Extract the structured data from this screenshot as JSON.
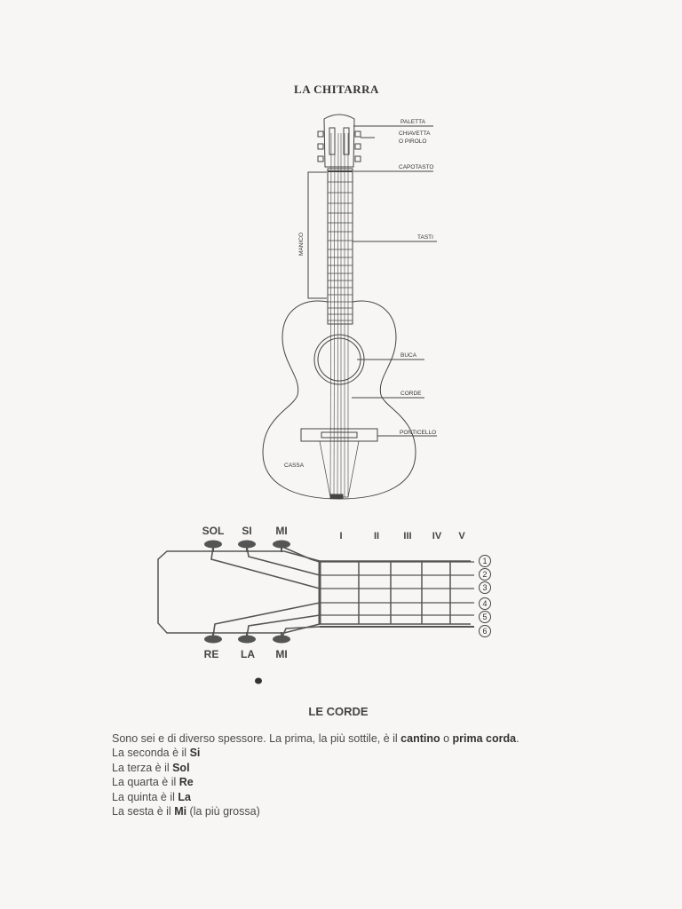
{
  "page": {
    "title": "LA CHITARRA",
    "section_title": "LE CORDE"
  },
  "guitar_labels": {
    "paletta": "PALETTA",
    "chiavetta_1": "CHIAVETTA",
    "chiavetta_2": "O PIROLO",
    "capotasto": "CAPOTASTO",
    "tasti": "TASTI",
    "manico": "MANICO",
    "buca": "BUCA",
    "corde": "CORDE",
    "ponticello": "PONTICELLO",
    "cassa": "CASSA"
  },
  "string_diagram": {
    "top_pegs": [
      "SOL",
      "SI",
      "MI"
    ],
    "bottom_pegs": [
      "RE",
      "LA",
      "MI"
    ],
    "frets": [
      "I",
      "II",
      "III",
      "IV",
      "V"
    ],
    "string_numbers": [
      "1",
      "2",
      "3",
      "4",
      "5",
      "6"
    ]
  },
  "text": {
    "line1_a": "Sono sei e di diverso spessore. La prima, la più sottile, è il ",
    "line1_b": "cantino",
    "line1_c": " o ",
    "line1_d": "prima corda",
    "line1_e": ".",
    "line2_a": "La seconda è il ",
    "line2_b": "Si",
    "line3_a": "La terza è il ",
    "line3_b": "Sol",
    "line4_a": "La quarta è il ",
    "line4_b": "Re",
    "line5_a": "La quinta è il ",
    "line5_b": "La",
    "line6_a": "La sesta è il ",
    "line6_b": "Mi",
    "line6_c": " (la più grossa)"
  }
}
